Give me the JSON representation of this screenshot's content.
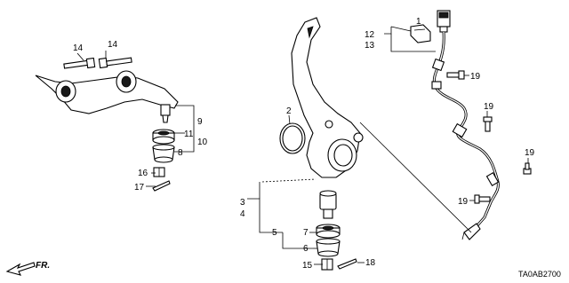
{
  "diagram": {
    "callouts": {
      "c1": "1",
      "c2": "2",
      "c3": "3",
      "c4": "4",
      "c5": "5",
      "c6": "6",
      "c7": "7",
      "c8": "8",
      "c9": "9",
      "c10": "10",
      "c11": "11",
      "c12": "12",
      "c13": "13",
      "c14a": "14",
      "c14b": "14",
      "c15": "15",
      "c16": "16",
      "c17": "17",
      "c18": "18",
      "c19a": "19",
      "c19b": "19",
      "c19c": "19",
      "c19d": "19"
    },
    "fr_label": "FR.",
    "diagram_code": "TA0AB2700"
  }
}
